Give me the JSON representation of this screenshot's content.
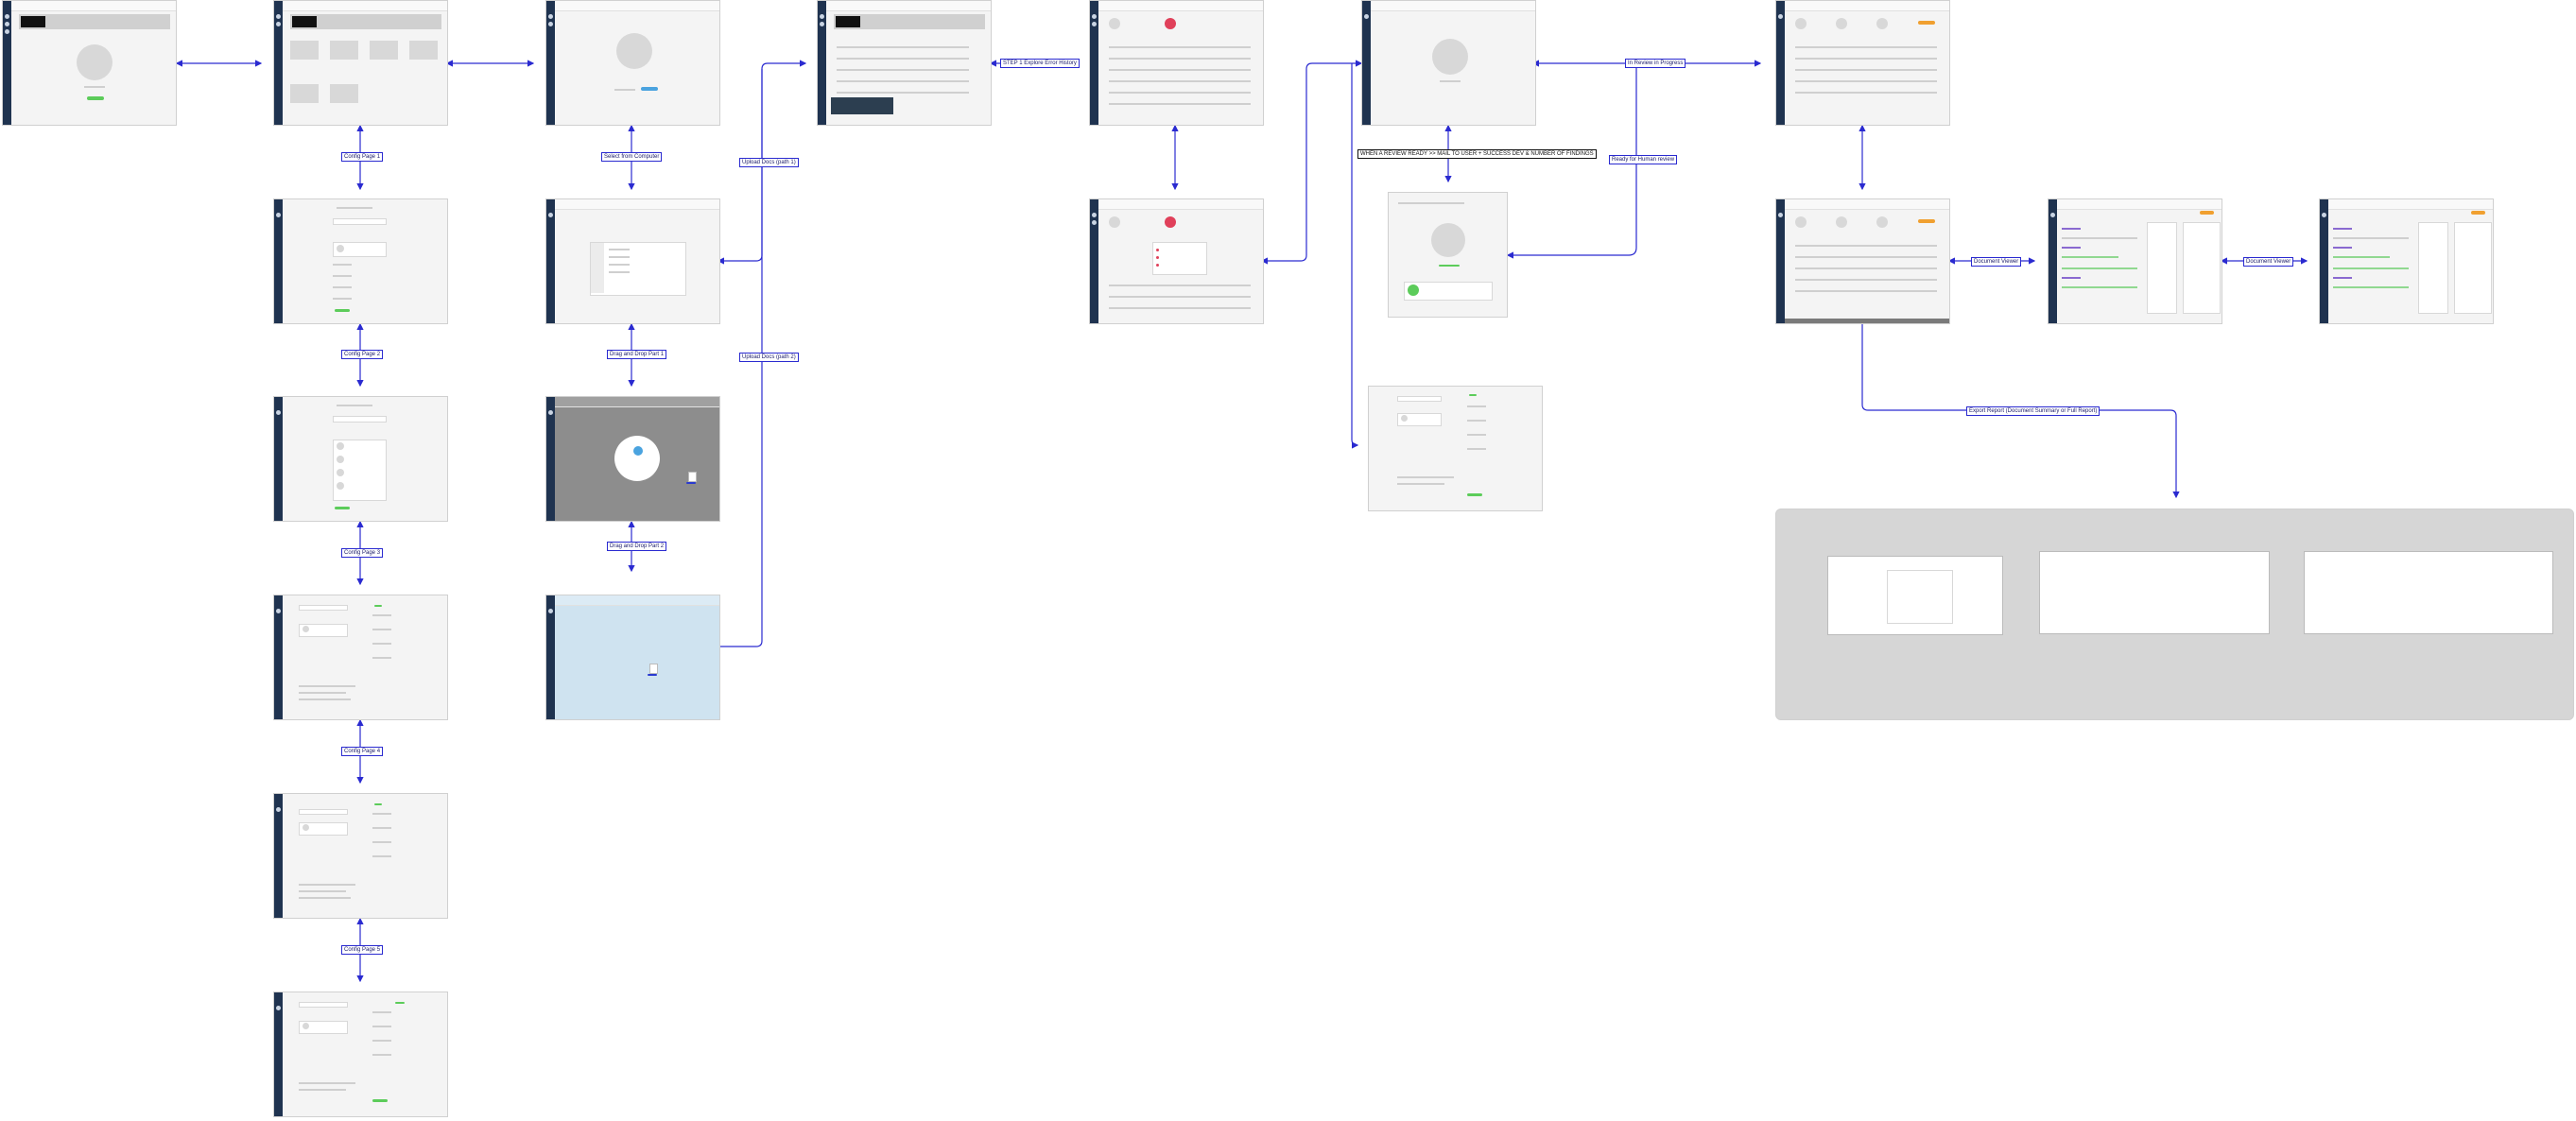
{
  "diagram": {
    "labels": {
      "config_page_1": "Config Page 1",
      "config_page_2": "Config Page 2",
      "config_page_3": "Config Page 3",
      "config_page_4": "Config Page 4",
      "config_page_5": "Config Page 5",
      "select_from_computer": "Select from Computer",
      "drag_and_drop_1": "Drag and Drop Part 1",
      "drag_and_drop_2": "Drag and Drop Part 2",
      "upload_path_1": "Upload Docs (path 1)",
      "upload_path_2": "Upload Docs (path 2)",
      "step1_explore": "STEP 1 Explore Error History",
      "when_review_ready": "WHEN A REVIEW READY >> MAIL TO USER + SUCCESS DEV & NUMBER OF FINDINGS",
      "in_review": "In Review in Progress",
      "ready_for_human_review": "Ready for Human review",
      "document_viewer_1": "Document Viewer",
      "document_viewer_2": "Document Viewer",
      "export_report": "Export Report (Document Summary or Full Report)"
    },
    "colors": {
      "connector": "#2a2ad0",
      "sidebar": "#1f3350",
      "accent_green": "#5ccc5a",
      "accent_blue": "#4aa3df",
      "alert_pink": "#e0405a",
      "badge_orange": "#f0a030"
    }
  }
}
